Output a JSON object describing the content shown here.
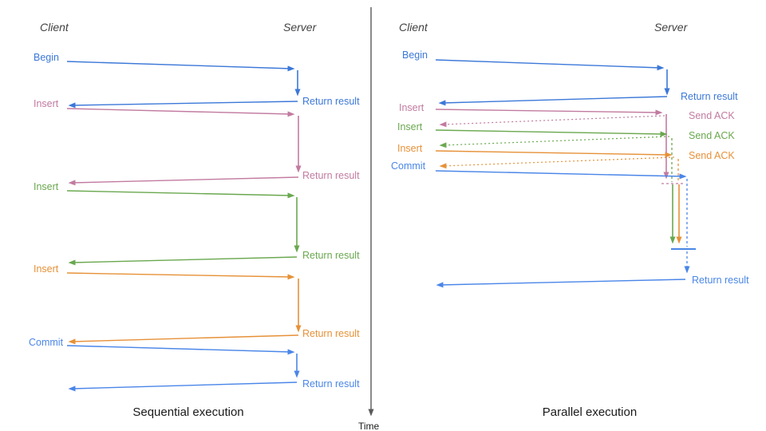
{
  "diagram": {
    "colors": {
      "begin_blue": "#3C78D8",
      "commit_blue": "#4A86E8",
      "insert1_pink": "#C27BA0",
      "insert2_green": "#6AA84F",
      "insert3_orange": "#E69138",
      "time_axis_gray": "#595959",
      "header_gray": "#434343",
      "title_black": "#1A1A1A"
    },
    "time_axis": {
      "label": "Time"
    },
    "left": {
      "title": "Sequential execution",
      "client_label": "Client",
      "server_label": "Server",
      "messages": [
        {
          "label": "Begin",
          "return_label": "Return result",
          "color": "#3C78D8"
        },
        {
          "label": "Insert",
          "return_label": "Return result",
          "color": "#C27BA0"
        },
        {
          "label": "Insert",
          "return_label": "Return result",
          "color": "#6AA84F"
        },
        {
          "label": "Insert",
          "return_label": "Return result",
          "color": "#E69138"
        },
        {
          "label": "Commit",
          "return_label": "Return result",
          "color": "#4A86E8"
        }
      ]
    },
    "right": {
      "title": "Parallel execution",
      "client_label": "Client",
      "server_label": "Server",
      "messages": [
        {
          "label": "Begin",
          "return_label": "Return result",
          "color": "#3C78D8"
        },
        {
          "label": "Insert",
          "ack_label": "Send ACK",
          "color": "#C27BA0"
        },
        {
          "label": "Insert",
          "ack_label": "Send ACK",
          "color": "#6AA84F"
        },
        {
          "label": "Insert",
          "ack_label": "Send ACK",
          "color": "#E69138"
        },
        {
          "label": "Commit",
          "return_label": "Return result",
          "color": "#4A86E8"
        }
      ]
    }
  }
}
